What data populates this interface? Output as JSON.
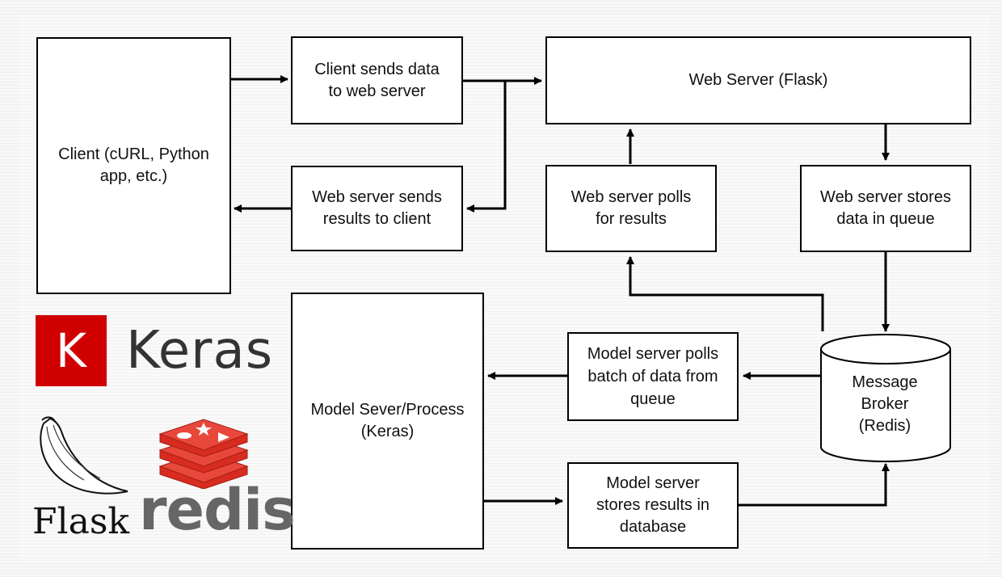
{
  "boxes": {
    "client": "Client (cURL, Python\napp, etc.)",
    "client_sends": "Client sends data\nto web server",
    "web_server_sends": "Web server sends\nresults to client",
    "web_server": "Web Server (Flask)",
    "web_server_polls": "Web server polls\nfor results",
    "web_server_stores": "Web server stores\ndata in queue",
    "model_server": "Model Sever/Process\n(Keras)",
    "model_polls": "Model server polls\nbatch of data from\nqueue",
    "model_stores": "Model server\nstores results in\ndatabase",
    "broker": "Message\nBroker\n(Redis)"
  },
  "logos": {
    "keras_letter": "K",
    "keras_word": "Keras",
    "flask_word": "Flask",
    "redis_word": "redis",
    "keras_color": "#d00000",
    "redis_color": "#d82c20"
  }
}
